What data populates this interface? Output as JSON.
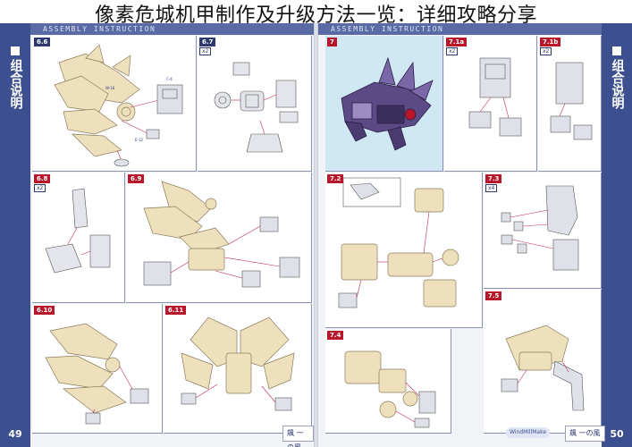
{
  "title": "像素危城机甲制作及升级方法一览：详细攻略分享",
  "spread": {
    "header_text": "ASSEMBLY INSTRUCTION",
    "left_page": {
      "side_label": "组合说明",
      "page_number": "49",
      "bottom_logo": "飆 一の風",
      "steps": [
        {
          "id": "6.6",
          "qty": ""
        },
        {
          "id": "6.7",
          "qty": "x2"
        },
        {
          "id": "6.8",
          "qty": "x2"
        },
        {
          "id": "6.9",
          "qty": ""
        },
        {
          "id": "6.10",
          "qty": ""
        },
        {
          "id": "6.11",
          "qty": ""
        }
      ]
    },
    "right_page": {
      "side_label": "组合说明",
      "page_number": "50",
      "bottom_logo": "飆 一の風",
      "bottom_tag": "WindMillMake",
      "steps": [
        {
          "id": "7",
          "qty": ""
        },
        {
          "id": "7.1a",
          "qty": "x2"
        },
        {
          "id": "7.1b",
          "qty": "x2"
        },
        {
          "id": "7.2",
          "qty": ""
        },
        {
          "id": "7.3",
          "qty": "x4"
        },
        {
          "id": "7.4",
          "qty": ""
        },
        {
          "id": "7.5",
          "qty": ""
        }
      ]
    }
  },
  "colors": {
    "sidebar": "#3c4f8f",
    "accent_red": "#b8172b",
    "part_beige": "#e8d5ad",
    "part_outline": "#8a7b5a",
    "guide_line": "#c2285a",
    "part_grey": "#b9bdc6",
    "mech_purple": "#5c4a86"
  }
}
